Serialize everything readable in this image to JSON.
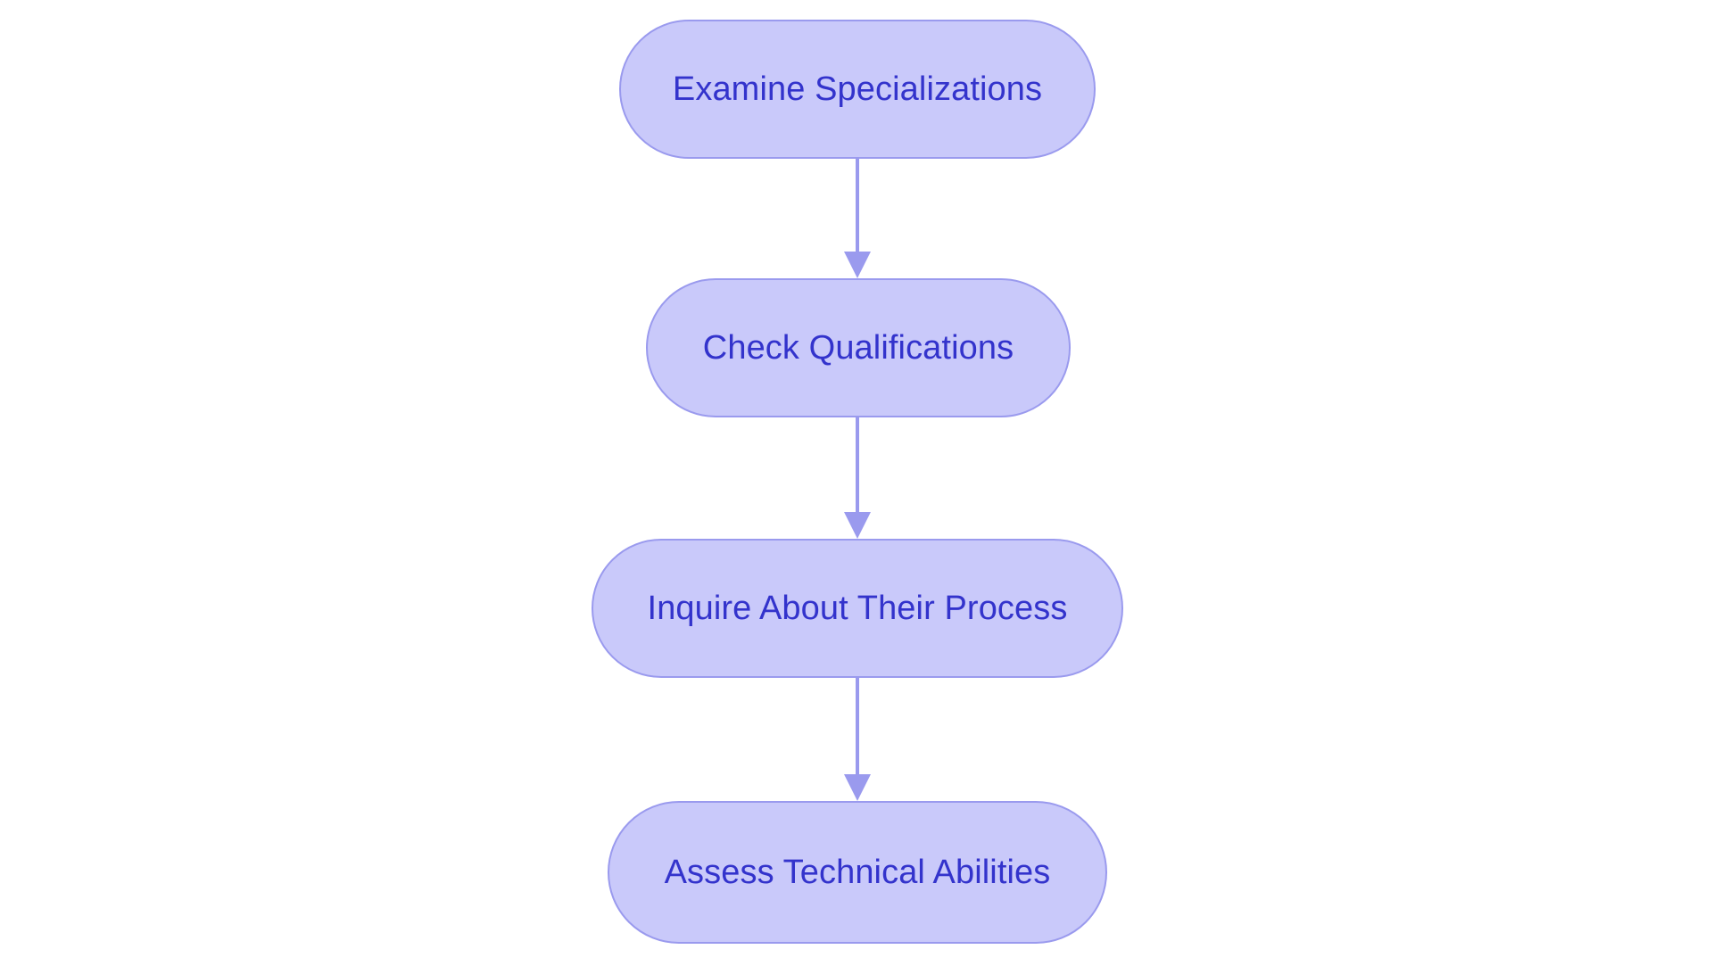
{
  "diagram": {
    "type": "flowchart",
    "orientation": "top-to-bottom",
    "background_color": "#ffffff",
    "node_fill_color": "#c9c9fa",
    "node_border_color": "#9a9aee",
    "node_text_color": "#3333cc",
    "connector_color": "#9a9aee",
    "nodes": [
      {
        "id": "node-0",
        "label": "Examine Specializations"
      },
      {
        "id": "node-1",
        "label": "Check Qualifications"
      },
      {
        "id": "node-2",
        "label": "Inquire About Their Process"
      },
      {
        "id": "node-3",
        "label": "Assess Technical Abilities"
      }
    ],
    "connectors": [
      {
        "id": "connector-0",
        "from": "node-0",
        "to": "node-1",
        "icon": "arrow-down-icon"
      },
      {
        "id": "connector-1",
        "from": "node-1",
        "to": "node-2",
        "icon": "arrow-down-icon"
      },
      {
        "id": "connector-2",
        "from": "node-2",
        "to": "node-3",
        "icon": "arrow-down-icon"
      }
    ]
  }
}
